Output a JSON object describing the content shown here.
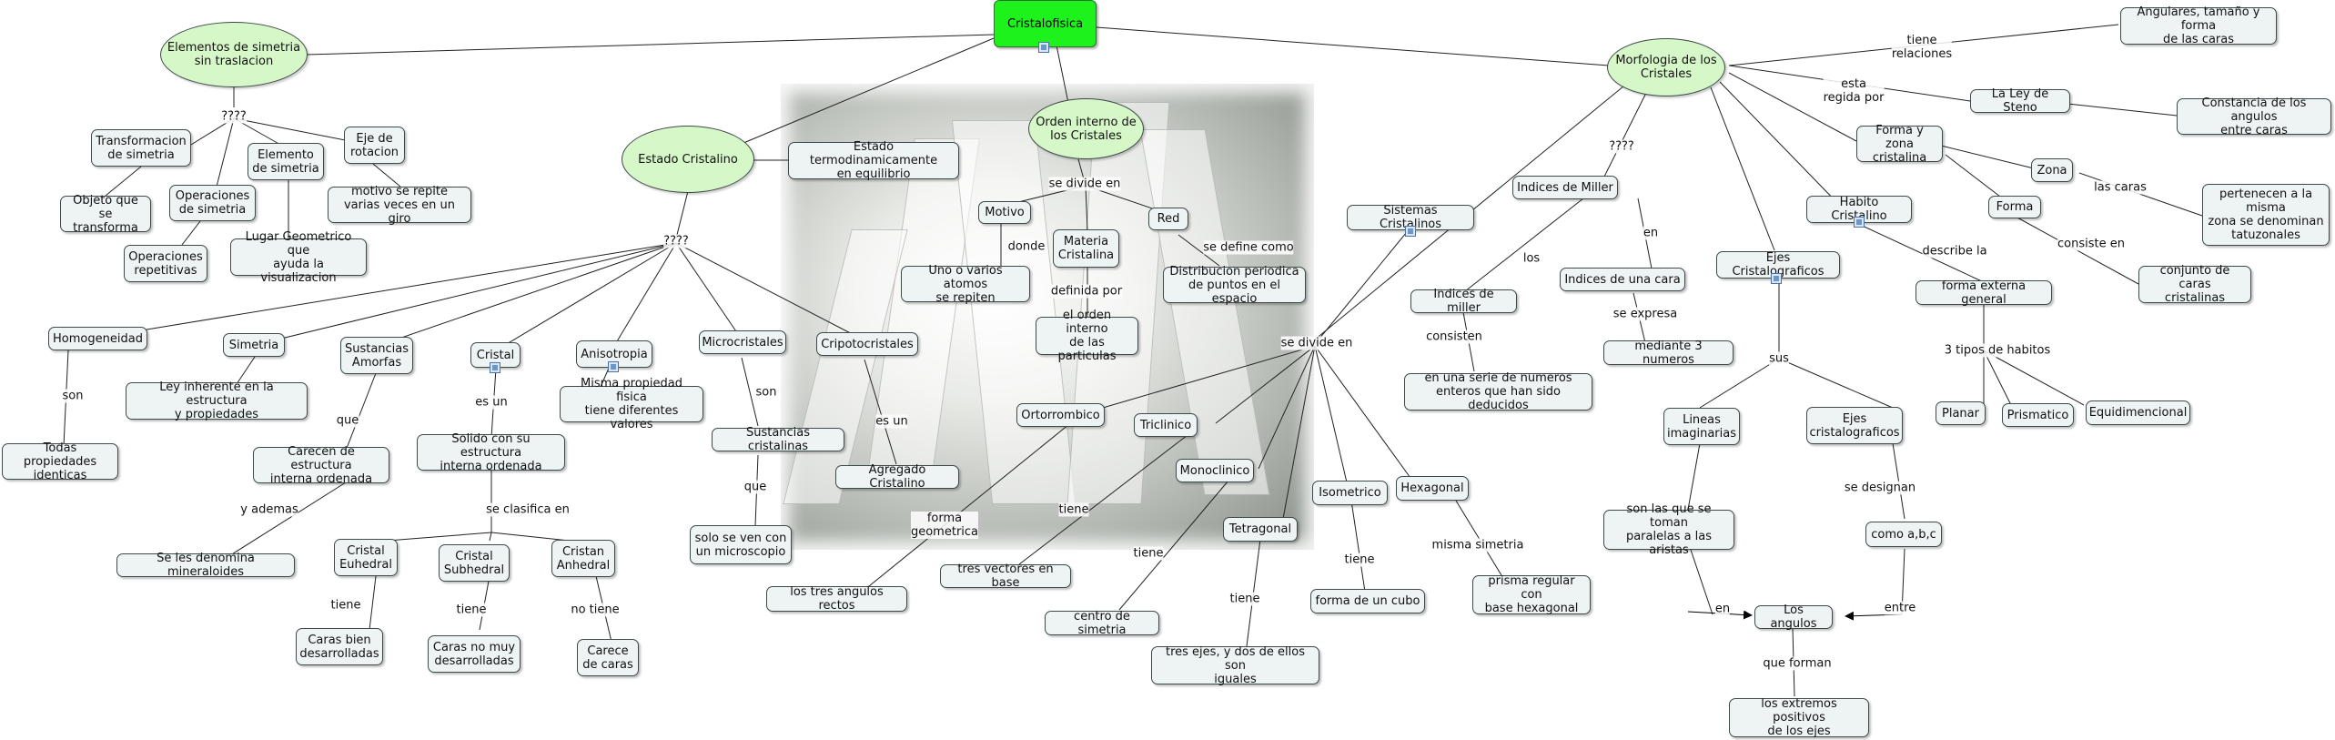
{
  "root": "Cristalofisica",
  "nodes": {
    "elementos": "Elementos de simetria\nsin traslacion",
    "transformacion": "Transformacion\nde simetria",
    "objeto": "Objeto que\nse transforma",
    "operaciones": "Operaciones\nde simetria",
    "operaciones_rep": "Operaciones\nrepetitivas",
    "elemento": "Elemento\nde simetria",
    "lugar": "Lugar Geometrico que\nayuda la visualizacion",
    "eje_rot": "Eje de\nrotacion",
    "motivo_repite": "motivo se repite\nvarias veces en un giro",
    "estado": "Estado Cristalino",
    "estado_termo": "Estado termodinamicamente\nen equilibrio",
    "orden": "Orden interno de\nlos Cristales",
    "motivo": "Motivo",
    "materia": "Materia\nCristalina",
    "red": "Red",
    "uno_varios": "Uno o varios atomos\nse repiten",
    "orden_particulas": "el orden interno\nde las particulas",
    "distribucion": "Distribucion periodica\nde puntos en el espacio",
    "homogeneidad": "Homogeneidad",
    "todas_prop": "Todas propiedades\nidenticas",
    "simetria": "Simetria",
    "ley_inherente": "Ley inherente en la estructura\ny propiedades",
    "sust_amorfas": "Sustancias\nAmorfas",
    "carecen": "Carecen de estructura\ninterna ordenada",
    "mineraloides": "Se les denomina mineraloides",
    "cristal": "Cristal",
    "solido": "Solido con su estructura\ninterna ordenada",
    "euhedral": "Cristal\nEuhedral",
    "subhedral": "Cristal\nSubhedral",
    "anhedral": "Cristan\nAnhedral",
    "caras_bien": "Caras bien\ndesarrolladas",
    "caras_no": "Caras no muy\ndesarrolladas",
    "carece": "Carece\nde caras",
    "anisotropia": "Anisotropia",
    "misma_prop": "Misma propiedad fisica\ntiene diferentes valores",
    "microcristales": "Microcristales",
    "sust_cristalinas": "Sustancias cristalinas",
    "microscopio": "solo se ven con\nun microscopio",
    "criptocristales": "Cripotocristales",
    "agregado": "Agregado Cristalino",
    "morfologia": "Morfologia de los\nCristales",
    "angulares": "Angulares, tamaño y forma\nde las caras",
    "steno": "La Ley de Steno",
    "constancia": "Constancia de los angulos\nentre caras",
    "forma_zona": "Forma y zona\ncristalina",
    "zona": "Zona",
    "forma": "Forma",
    "pertenecen": "pertenecen a la\nmisma\nzona se denominan\ntatuzonales",
    "conjunto": "conjunto de caras\ncristalinas",
    "habito": "Habito Cristalino",
    "forma_externa": "forma externa general",
    "planar": "Planar",
    "prismatico": "Prismatico",
    "equidimensional": "Equidimencional",
    "ejes_crist": "Ejes Cristalograficos",
    "lineas": "Lineas\nimaginarias",
    "ejes": "Ejes\ncristalograficos",
    "son_las": "son las que se toman\nparalelas a las aristas",
    "como_abc": "como a,b,c",
    "angulos": "Los angulos",
    "extremos": "los extremos positivos\nde los ejes",
    "indices": "Indices de Miller",
    "indices_miller": "Indices de miller",
    "serie": "en una serie de numeros\nenteros que han sido deducidos",
    "indices_cara": "Indices de una cara",
    "mediante": "mediante 3 numeros",
    "sistemas": "Sistemas Cristalinos",
    "ortorrombico": "Ortorrombico",
    "triclinico": "Triclinico",
    "monoclinico": "Monoclinico",
    "tetragonal": "Tetragonal",
    "isometrico": "Isometrico",
    "hexagonal": "Hexagonal",
    "tres_angulos": "los tres angulos rectos",
    "tres_vectores": "tres vectores en base",
    "centro": "centro de simetria",
    "tres_ejes": "tres ejes, y dos de ellos son\niguales",
    "cubo": "forma de un cubo",
    "prisma": "prisma regular con\nbase hexagonal"
  },
  "labels": {
    "q1": "????",
    "q2": "????",
    "q3": "????",
    "se_divide": "se divide en",
    "donde": "donde",
    "definida": "definida por",
    "se_define": "se define como",
    "son1": "son",
    "que1": "que",
    "y_ademas": "y ademas",
    "es_un1": "es un",
    "se_clasifica": "se clasifica en",
    "tiene1": "tiene",
    "tiene2": "tiene",
    "no_tiene": "no tiene",
    "son2": "son",
    "que2": "que",
    "es_un2": "es un",
    "tiene_rel": "tiene\nrelaciones",
    "esta_regida": "esta\nregida por",
    "las_caras": "las caras",
    "consiste_en": "consiste en",
    "describe": "describe la",
    "tres_tipos": "3 tipos de habitos",
    "sus": "sus",
    "se_designan": "se designan",
    "en1": "en",
    "entre": "entre",
    "que_forman": "que forman",
    "los": "los",
    "en2": "en",
    "consisten": "consisten",
    "se_expresa": "se expresa",
    "se_divide2": "se divide en",
    "forma_geo": "forma\ngeometrica",
    "tiene3": "tiene",
    "tiene4": "tiene",
    "tiene5": "tiene",
    "tiene6": "tiene",
    "misma_sim": "misma simetria"
  }
}
